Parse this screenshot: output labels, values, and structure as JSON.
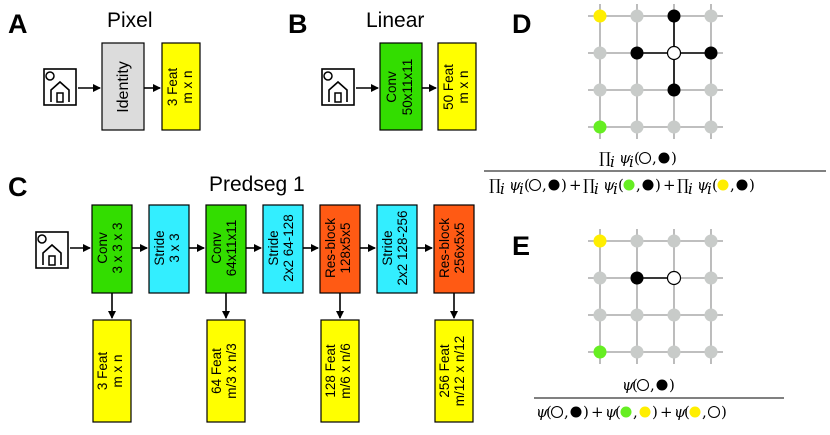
{
  "colors": {
    "identity": "#dcdcdc",
    "feat": "#ffff00",
    "conv": "#33dd00",
    "stride": "#33eeff",
    "resblock": "#ff5a14",
    "node_gray": "#c8cbc9",
    "node_black": "#000000",
    "node_white": "#ffffff",
    "node_yellow": "#ffee00",
    "node_green": "#66ee22"
  },
  "panels": {
    "A": {
      "letter": "A",
      "title": "Pixel",
      "op": "Identity",
      "feat": [
        "3 Feat",
        "m x n"
      ]
    },
    "B": {
      "letter": "B",
      "title": "Linear",
      "op": [
        "Conv",
        "50x11x11"
      ],
      "feat": [
        "50 Feat",
        "m x n"
      ]
    },
    "C": {
      "letter": "C",
      "title": "Predseg 1",
      "stages": [
        {
          "kind": "conv",
          "lines": [
            "Conv",
            "3 x 3 x 3"
          ],
          "output": [
            "3 Feat",
            "m x n"
          ]
        },
        {
          "kind": "stride",
          "lines": [
            "Stride",
            "3 x 3"
          ]
        },
        {
          "kind": "conv",
          "lines": [
            "Conv",
            "64x11x11"
          ],
          "output": [
            "64 Feat",
            "m/3 x n/3"
          ]
        },
        {
          "kind": "stride",
          "lines": [
            "Stride",
            "2x2 64-128"
          ]
        },
        {
          "kind": "resblock",
          "lines": [
            "Res-block",
            "128x5x5"
          ],
          "output": [
            "128 Feat",
            "m/6 x n/6"
          ]
        },
        {
          "kind": "stride",
          "lines": [
            "Stride",
            "2x2 128-256"
          ]
        },
        {
          "kind": "resblock",
          "lines": [
            "Res-block",
            "256x5x5"
          ],
          "output": [
            "256 Feat",
            "m/12 x n/12"
          ]
        }
      ]
    },
    "D": {
      "letter": "D",
      "grid_rows": [
        [
          "yellow",
          "gray",
          "black",
          "gray"
        ],
        [
          "gray",
          "black",
          "white",
          "black"
        ],
        [
          "gray",
          "gray",
          "black",
          "gray"
        ],
        [
          "green",
          "gray",
          "gray",
          "gray"
        ]
      ],
      "numerator": [
        "∏",
        "i",
        "ψ",
        "i",
        "(",
        ",",
        ")"
      ],
      "denominator_terms": 3
    },
    "E": {
      "letter": "E",
      "grid_rows": [
        [
          "yellow",
          "gray",
          "gray",
          "gray"
        ],
        [
          "gray",
          "black",
          "white",
          "gray"
        ],
        [
          "gray",
          "gray",
          "gray",
          "gray"
        ],
        [
          "green",
          "gray",
          "gray",
          "gray"
        ]
      ],
      "numerator": [
        "ψ",
        "(",
        ",",
        ")"
      ],
      "denominator_terms": 3
    }
  }
}
